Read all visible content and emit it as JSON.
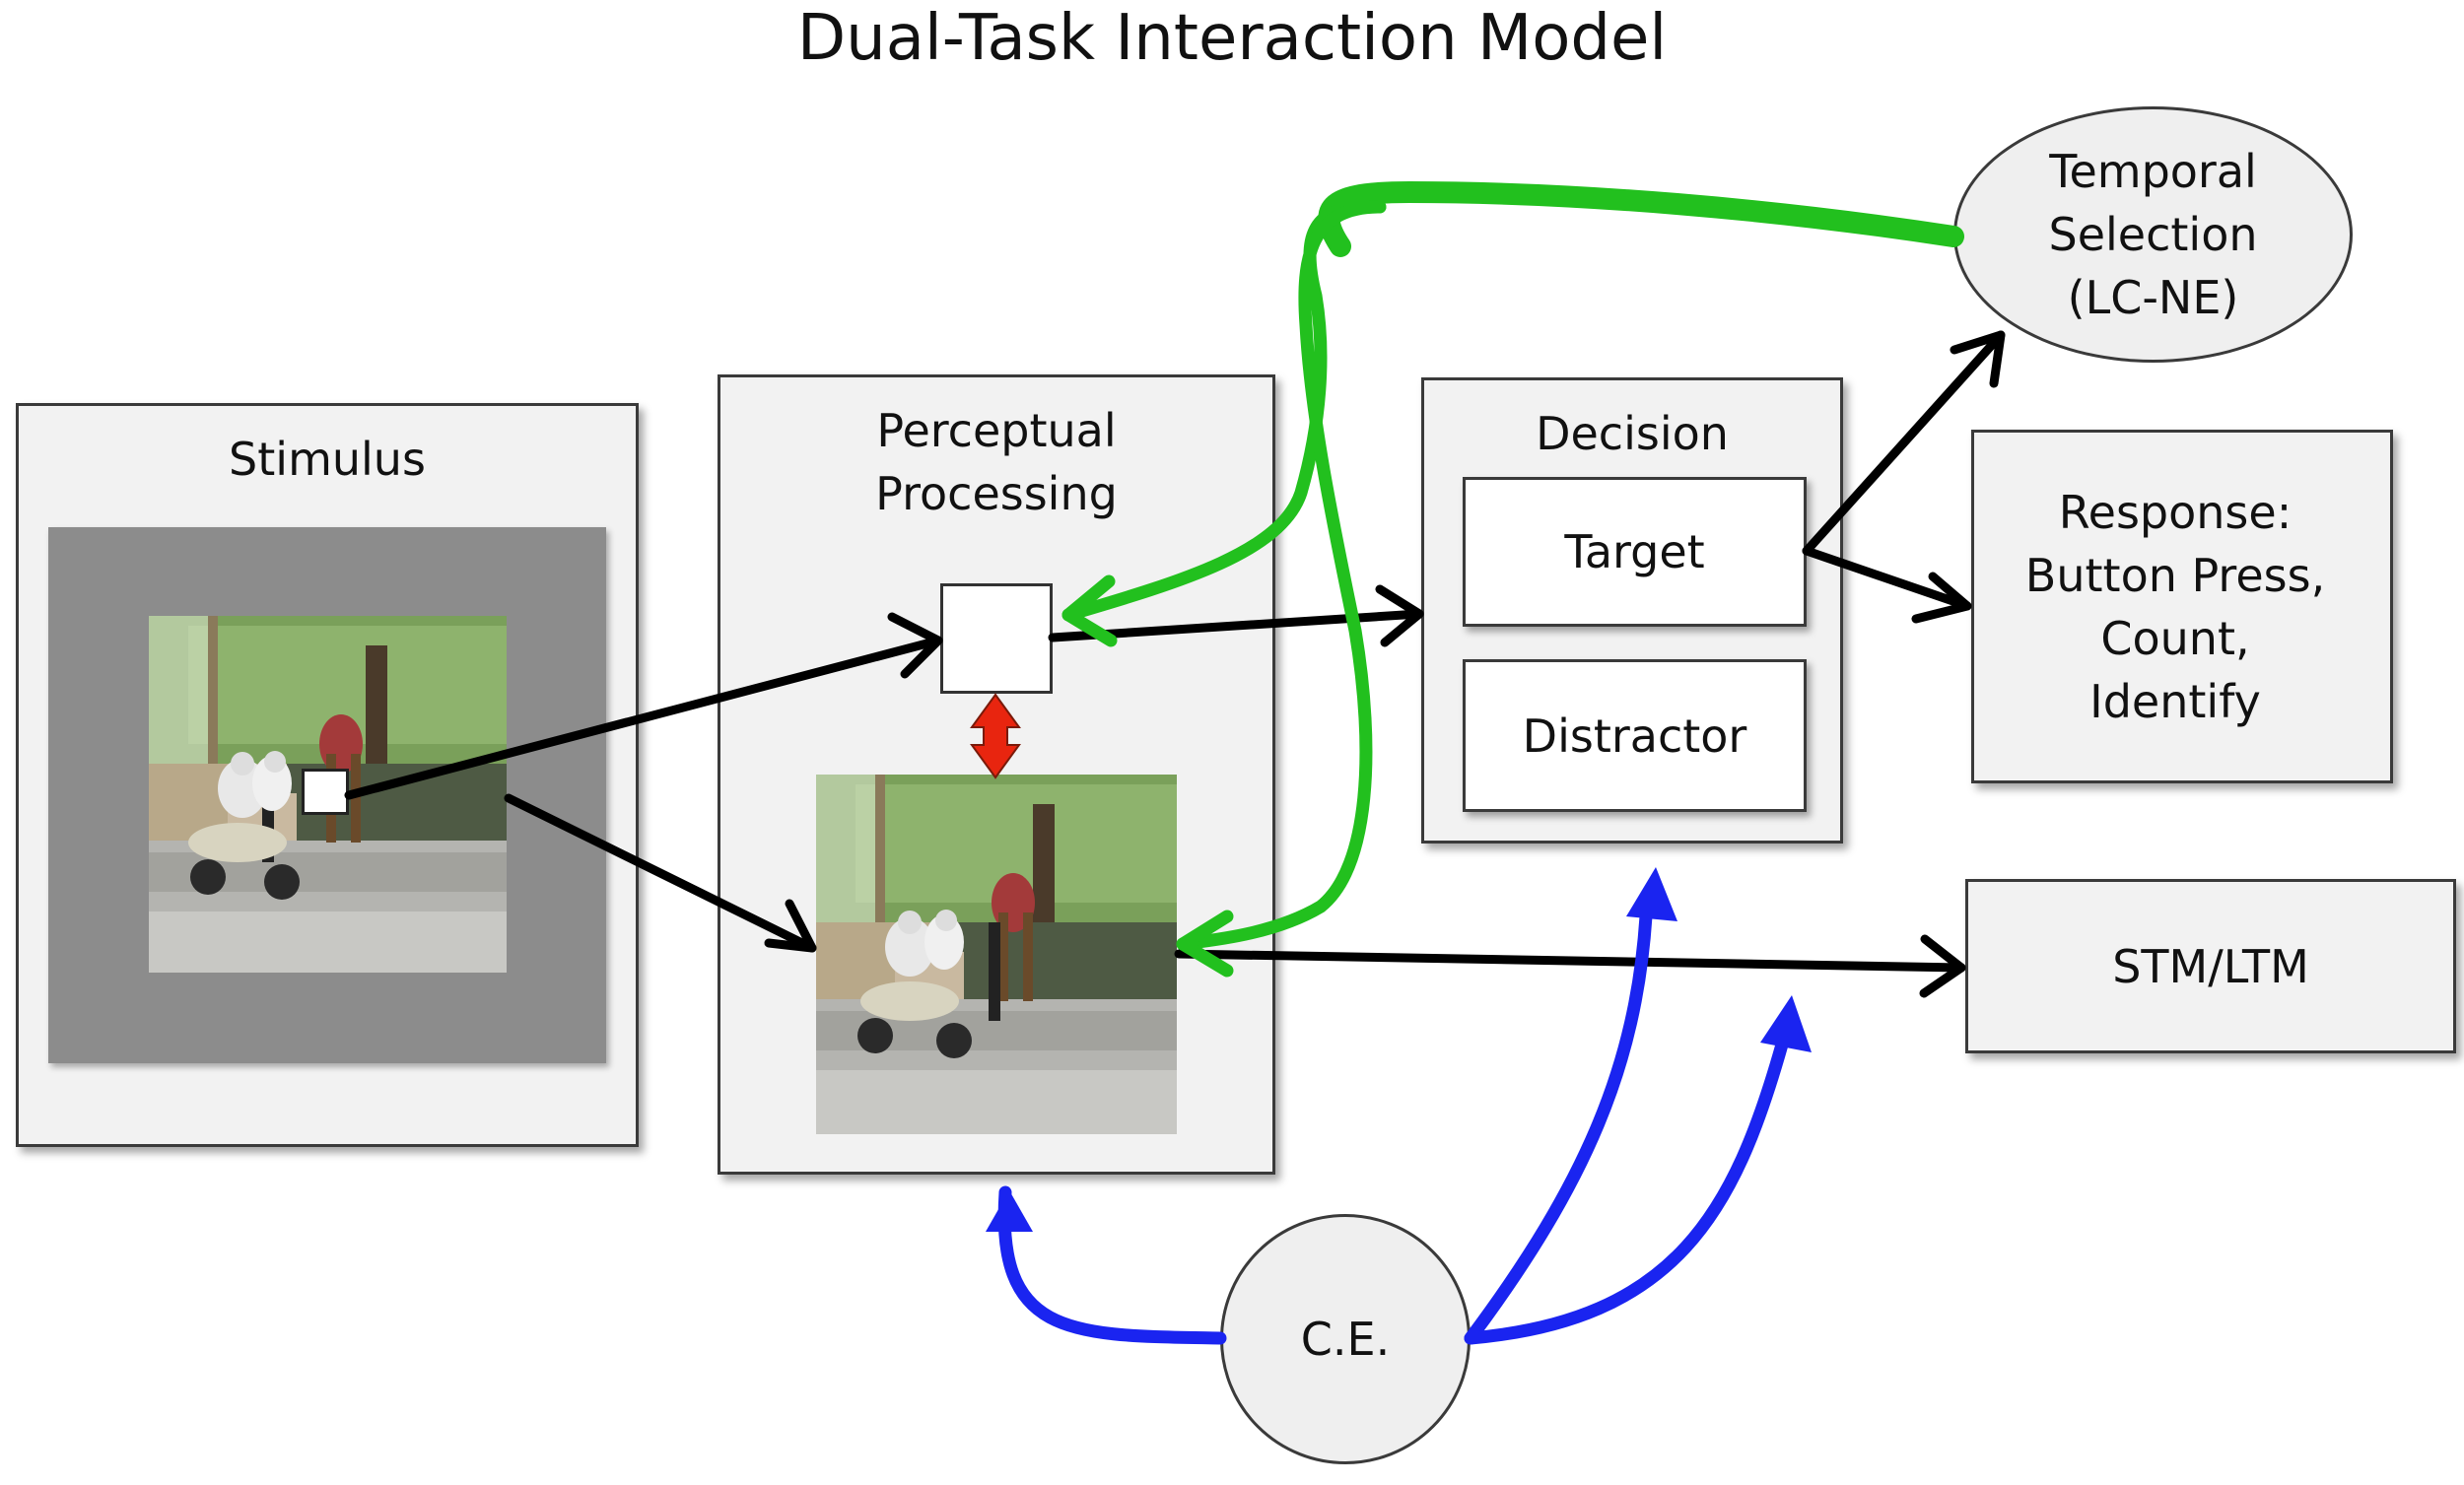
{
  "title": "Dual-Task Interaction Model",
  "stimulus": {
    "label": "Stimulus"
  },
  "perceptual": {
    "label_line1": "Perceptual",
    "label_line2": "Processing"
  },
  "decision": {
    "label": "Decision",
    "target": "Target",
    "distractor": "Distractor"
  },
  "temporal": {
    "line1": "Temporal",
    "line2": "Selection",
    "line3": "(LC-NE)"
  },
  "response": {
    "line1": "Response:",
    "line2": "Button Press,",
    "line3": "Count,",
    "line4": "Identify"
  },
  "memory": {
    "label": "STM/LTM"
  },
  "ce": {
    "label": "C.E."
  },
  "colors": {
    "arrow_black": "#000000",
    "arrow_green": "#22c01e",
    "arrow_blue": "#1a24f0",
    "arrow_red": "#e8250f",
    "box_fill": "#f2f2f2",
    "stimulus_backdrop": "#8c8c8c"
  }
}
